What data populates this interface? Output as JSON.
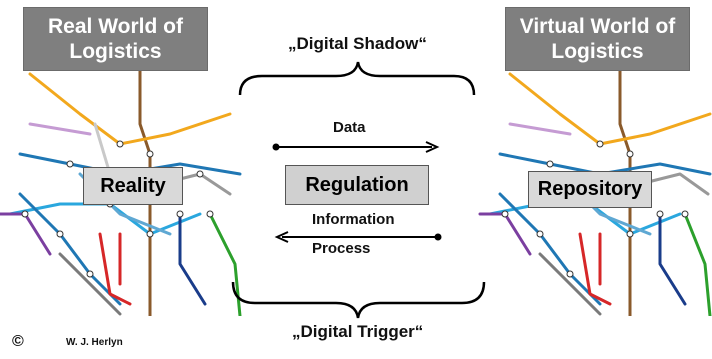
{
  "titles": {
    "left": [
      "Real World of",
      "Logistics"
    ],
    "right": [
      "Virtual World of",
      "Logistics"
    ]
  },
  "brackets": {
    "top": "„Digital Shadow“",
    "bottom": "„Digital Trigger“"
  },
  "arrows": {
    "data_label": "Data",
    "info_label_line1": "Information",
    "info_label_line2": "Process"
  },
  "boxes": {
    "reality": "Reality",
    "regulation": "Regulation",
    "repository": "Repository"
  },
  "footer": {
    "copyright_symbol": "©",
    "author": "W. J. Herlyn"
  },
  "colors": {
    "title_box": "#7f7f7f",
    "label_box": "#d9d9d9"
  }
}
